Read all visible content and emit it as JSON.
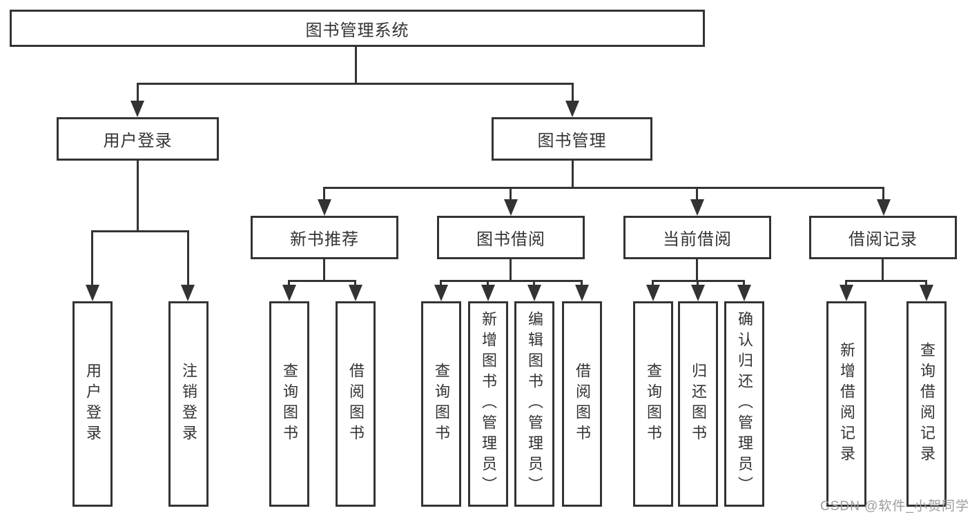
{
  "diagram": {
    "tree": {
      "root": {
        "label": "图书管理系统",
        "children": [
          {
            "label": "用户登录",
            "children": [
              {
                "label": "用户登录"
              },
              {
                "label": "注销登录"
              }
            ]
          },
          {
            "label": "图书管理",
            "children": [
              {
                "label": "新书推荐",
                "children": [
                  {
                    "label": "查询图书"
                  },
                  {
                    "label": "借阅图书"
                  }
                ]
              },
              {
                "label": "图书借阅",
                "children": [
                  {
                    "label": "查询图书"
                  },
                  {
                    "label": "新增图书（管理员）"
                  },
                  {
                    "label": "编辑图书（管理员）"
                  },
                  {
                    "label": "借阅图书"
                  }
                ]
              },
              {
                "label": "当前借阅",
                "children": [
                  {
                    "label": "查询图书"
                  },
                  {
                    "label": "归还图书"
                  },
                  {
                    "label": "确认归还（管理员）"
                  }
                ]
              },
              {
                "label": "借阅记录",
                "children": [
                  {
                    "label": "新增借阅记录"
                  },
                  {
                    "label": "查询借阅记录"
                  }
                ]
              }
            ]
          }
        ]
      }
    }
  },
  "watermark": {
    "text": "CSDN @软件_小贺同学",
    "color": "#9b9b9b"
  },
  "colors": {
    "line": "#333333",
    "box_border": "#333333",
    "text": "#333333",
    "background": "#ffffff"
  }
}
